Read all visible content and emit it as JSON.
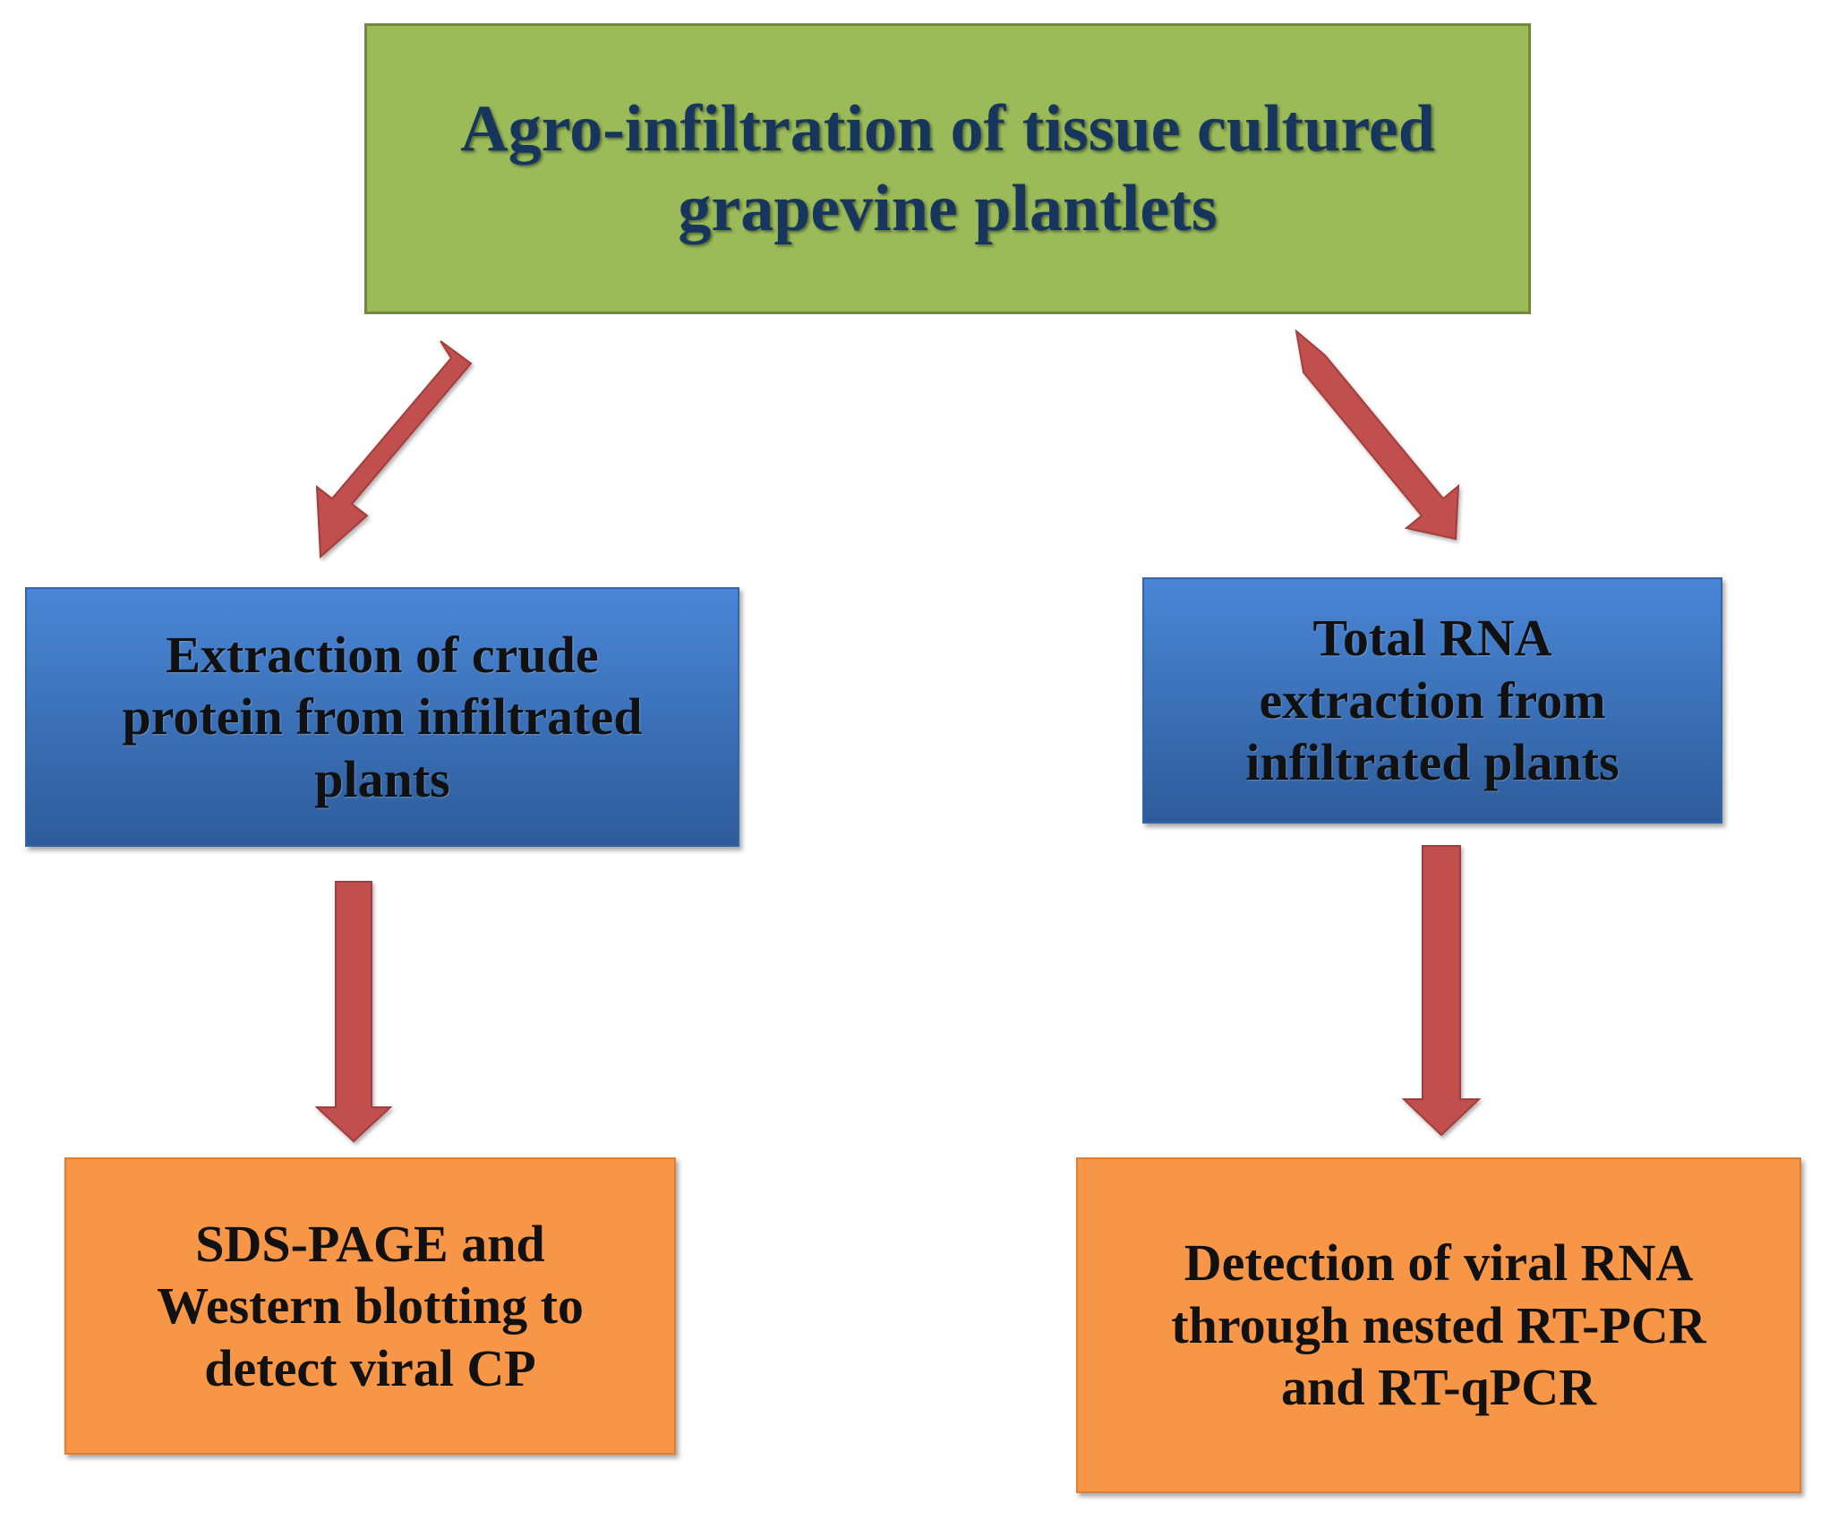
{
  "top": {
    "text": "Agro-infiltration of tissue cultured\ngrapevine plantlets"
  },
  "left_branch": {
    "step1": "Extraction of crude\nprotein from infiltrated\nplants",
    "step2": "SDS-PAGE and\nWestern blotting to\ndetect viral CP"
  },
  "right_branch": {
    "step1": "Total RNA\nextraction from\ninfiltrated plants",
    "step2": "Detection of viral RNA\nthrough nested RT-PCR\nand RT-qPCR"
  },
  "colors": {
    "top_box": "#9bbb59",
    "middle_boxes": "#3a6fb5",
    "bottom_boxes": "#f79646",
    "arrows": "#c0504d"
  }
}
